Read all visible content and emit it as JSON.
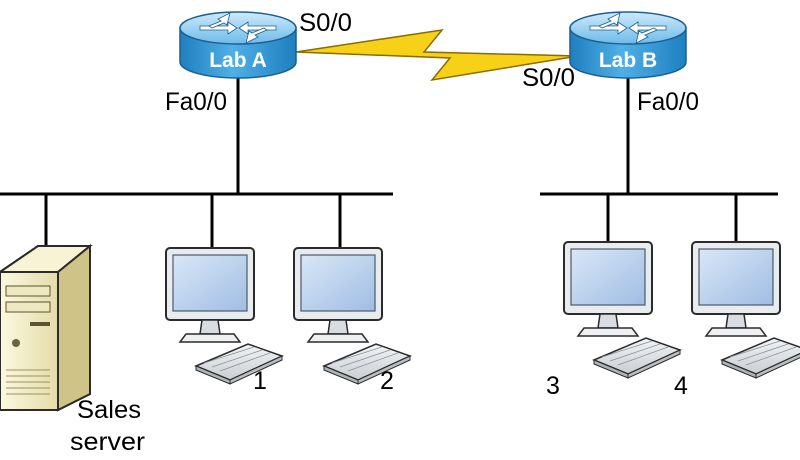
{
  "routers": [
    {
      "id": "lab-a",
      "name": "Lab A",
      "serial_label": "S0/0",
      "fast_ethernet_label": "Fa0/0"
    },
    {
      "id": "lab-b",
      "name": "Lab B",
      "serial_label": "S0/0",
      "fast_ethernet_label": "Fa0/0"
    }
  ],
  "hosts": [
    {
      "label": "1"
    },
    {
      "label": "2"
    },
    {
      "label": "3"
    },
    {
      "label": "4"
    }
  ],
  "server": {
    "line1": "Sales",
    "line2": "server"
  },
  "colors": {
    "router_body": "#3aa0dc",
    "router_top": "#8fcdf2",
    "serial_link": "#f7d117",
    "monitor_frame": "#e8ebee",
    "monitor_screen": "#bcd3ee",
    "server_body": "#f4f0c8"
  }
}
